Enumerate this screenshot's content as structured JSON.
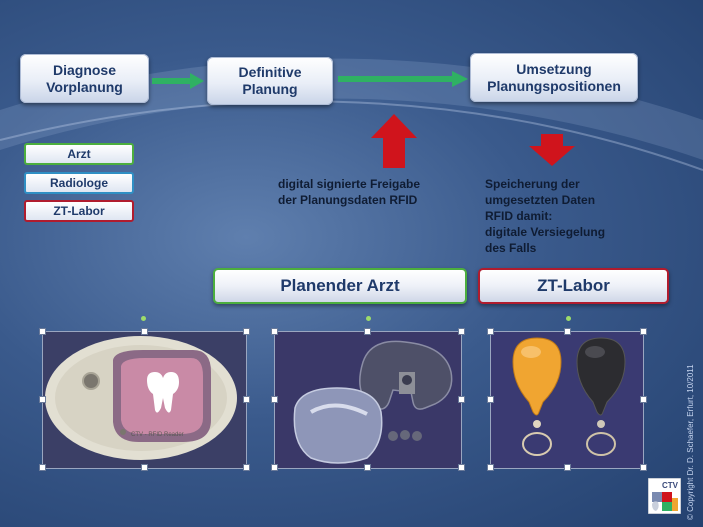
{
  "flow": {
    "step1": [
      "Diagnose",
      "Vorplanung"
    ],
    "step2": [
      "Definitive",
      "Planung"
    ],
    "step3": [
      "Umsetzung",
      "Planungspositionen"
    ]
  },
  "legend": [
    {
      "label": "Arzt",
      "color": "#4cae3e"
    },
    {
      "label": "Radiologe",
      "color": "#2f8fc4"
    },
    {
      "label": "ZT-Labor",
      "color": "#b01c2e"
    }
  ],
  "notes": {
    "approval": [
      "digital signierte Freigabe",
      "der Planungsdaten RFID"
    ],
    "storage": [
      "Speicherung der",
      "umgesetzten Daten",
      "RFID damit:",
      "digitale Versiegelung",
      "des Falls"
    ]
  },
  "headers": {
    "planner": "Planender Arzt",
    "lab": "ZT-Labor"
  },
  "photos": {
    "reader_label": "CTV - RFID Reader"
  },
  "footer": {
    "credit": "© Copyright Dr. D. Schaefer, Erfurt, 10/2011",
    "logo_text": "CTV"
  },
  "colors": {
    "arrow_green": "#2fb163",
    "arrow_red": "#d0141c",
    "arzt_border": "#4cae3e",
    "lab_border": "#b01c2e"
  }
}
